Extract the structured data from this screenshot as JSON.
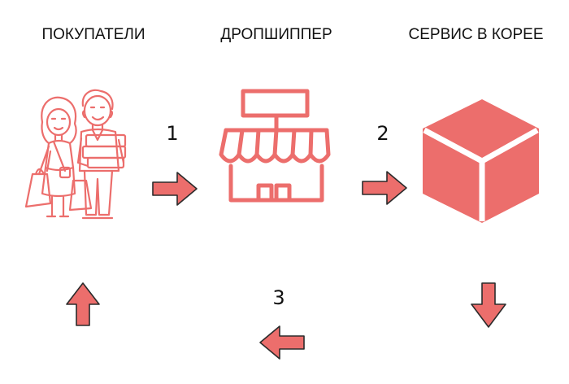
{
  "nodes": {
    "buyers": "ПОКУПАТЕЛИ",
    "dropshipper": "ДРОПШИППЕР",
    "service": "СЕРВИС В КОРЕЕ"
  },
  "steps": {
    "one": "1",
    "two": "2",
    "three": "3"
  },
  "colors": {
    "accent": "#ec6e6c",
    "outline": "#2b2b2b",
    "text": "#111111"
  },
  "icons": {
    "buyers": "shoppers-couple-icon",
    "dropshipper": "storefront-icon",
    "service": "box-cube-icon"
  }
}
